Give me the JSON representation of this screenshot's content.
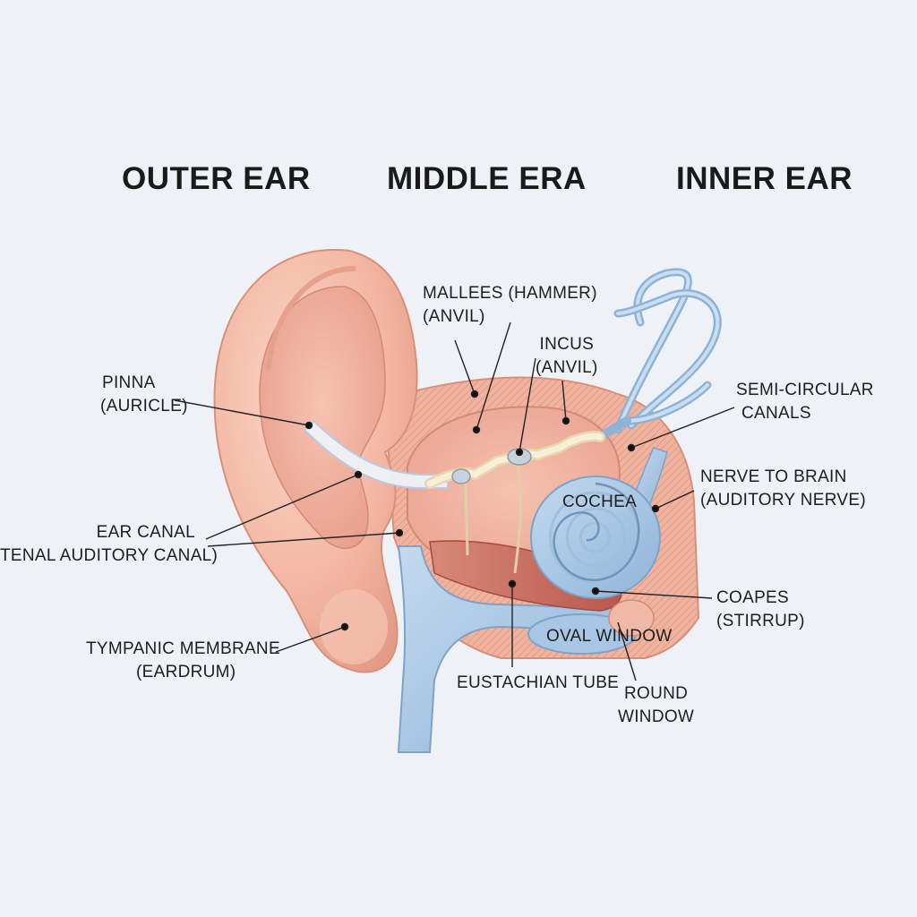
{
  "titles": {
    "outer": "OUTER EAR",
    "middle": "MIDDLE ERA",
    "inner": "INNER EAR"
  },
  "labels": {
    "malleus": [
      "MALLEES (HAMMER)",
      "(ANVIL)"
    ],
    "incus": [
      "INCUS",
      "(ANVIL)"
    ],
    "pinna": [
      "PINNA",
      "(AURICLE)"
    ],
    "semicircular": [
      "SEMI-CIRCULAR",
      "CANALS"
    ],
    "cochlea": [
      "COCHEA"
    ],
    "nerve": [
      "NERVE TO BRAIN",
      "(AUDITORY NERVE)"
    ],
    "ear_canal": [
      "EAR CANAL",
      "TENAL AUDITORY CANAL)"
    ],
    "stapes": [
      "COAPES",
      "(STIRRUP)"
    ],
    "oval_window": [
      "OVAL WINDOW"
    ],
    "tympanic": [
      "TYMPANIC MEMBRANE",
      "(EARDRUM)"
    ],
    "eustachian": [
      "EUSTACHIAN TUBE"
    ],
    "round_window": [
      "ROUND",
      "WINDOW"
    ]
  },
  "colors": {
    "background": "#eef1f6",
    "skin": "#f4b9a6",
    "skin_dark": "#e59a86",
    "canal_blue": "#a9c7e4",
    "bone": "#f4ead2",
    "muscle": "#c8685c",
    "leader": "#222222"
  }
}
